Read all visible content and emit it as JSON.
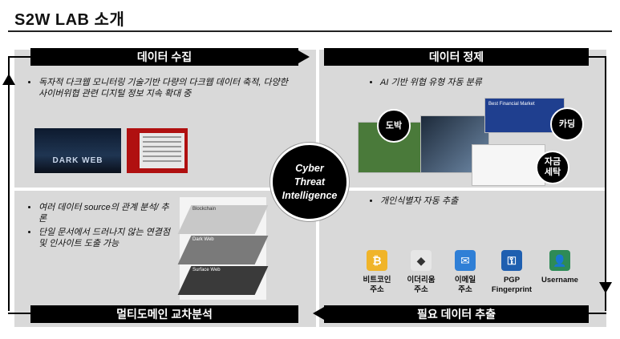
{
  "title": "S2W LAB 소개",
  "center_label": [
    "Cyber",
    "Threat",
    "Intelligence"
  ],
  "quadrants": {
    "collect": {
      "header": "데이터 수집",
      "bullets": [
        "독자적 다크웹 모니터링 기술기반 다량의 다크웹 데이터 축적, 다양한 사이버위협 관련 디지털 정보 지속 확대 중"
      ],
      "image_label": "DARK WEB"
    },
    "refine": {
      "header": "데이터 정제",
      "bullets": [
        "AI 기반 위협 유형 자동 분류"
      ],
      "tags": [
        "도박",
        "카딩",
        "자금\n세탁"
      ],
      "site_title": "Best Financial Market"
    },
    "analyze": {
      "header": "멀티도메인 교차분석",
      "bullets": [
        "여러 데이터 source의 관계 분석/ 추론",
        "단일 문서에서 드러나지 않는 연결점 및 인사이트 도출 가능"
      ],
      "layers": [
        "Blockchain",
        "Dark Web",
        "Surface Web"
      ]
    },
    "extract": {
      "header": "필요 데이터 추출",
      "bullets": [
        "개인식별자 자동 추출"
      ],
      "identifiers": [
        {
          "label": "비트코인\n주소",
          "icon": "bitcoin-icon",
          "color": "#f0b429",
          "glyph": "₿"
        },
        {
          "label": "이더리움\n주소",
          "icon": "ethereum-icon",
          "color": "#e6e6e6",
          "glyph": "◆"
        },
        {
          "label": "이메일\n주소",
          "icon": "email-icon",
          "color": "#2f7fd6",
          "glyph": "✉"
        },
        {
          "label": "PGP\nFingerprint",
          "icon": "key-icon",
          "color": "#1f5fb0",
          "glyph": "⚿"
        },
        {
          "label": "Username",
          "icon": "user-icon",
          "color": "#2e8b57",
          "glyph": "👤"
        }
      ]
    }
  }
}
